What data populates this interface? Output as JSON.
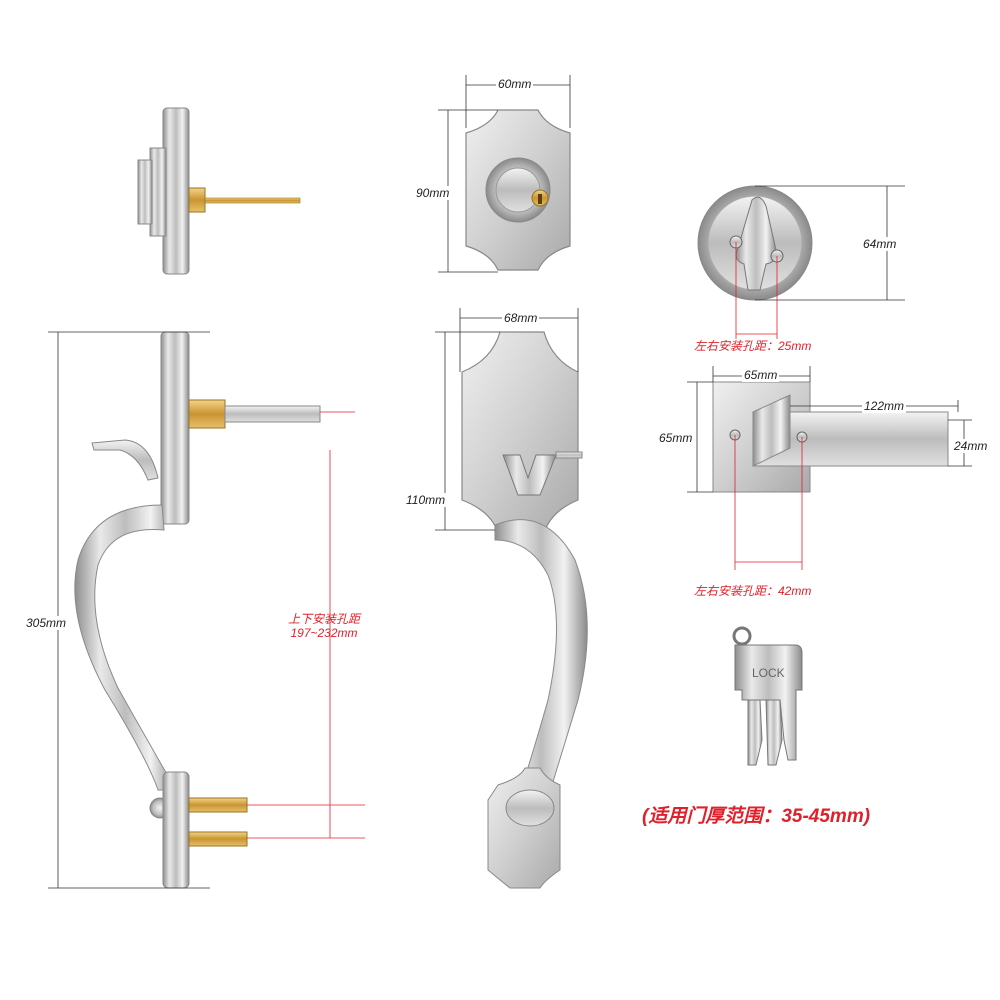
{
  "dimensions": {
    "cylinder_width": "60mm",
    "cylinder_height": "90mm",
    "handle_escutcheon_width": "68mm",
    "handle_escutcheon_height": "110mm",
    "overall_height": "305mm",
    "vertical_hole_spacing_line1": "上下安装孔距",
    "vertical_hole_spacing_line2": "197~232mm",
    "thumbturn_height": "64mm",
    "thumbturn_hole_spacing": "左右安装孔距：25mm",
    "lever_plate_width": "65mm",
    "lever_plate_height": "65mm",
    "lever_length": "122mm",
    "lever_thickness": "24mm",
    "lever_hole_spacing": "左右安装孔距：42mm"
  },
  "key_stamp": "LOCK",
  "door_thickness_note": "(适用门厚范围：35-45mm)",
  "colors": {
    "accent_red": "#e0202a",
    "metal_light": "#eeeeee",
    "metal_dark": "#8d8d8d",
    "brass": "#d9a93f"
  }
}
